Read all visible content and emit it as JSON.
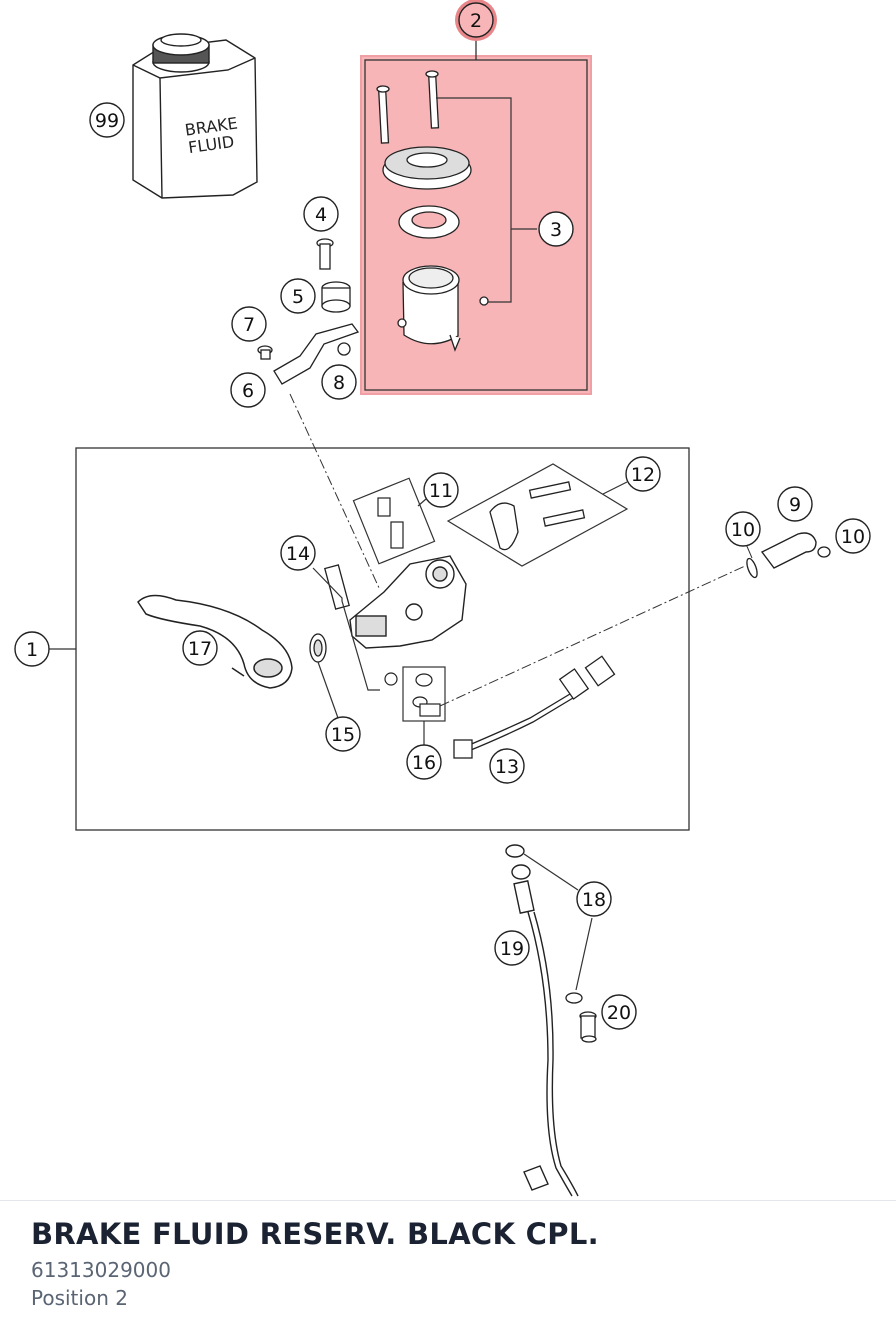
{
  "callouts": [
    {
      "id": "c99",
      "label": "99"
    },
    {
      "id": "c2",
      "label": "2",
      "highlighted": true
    },
    {
      "id": "c3",
      "label": "3"
    },
    {
      "id": "c4",
      "label": "4"
    },
    {
      "id": "c5",
      "label": "5"
    },
    {
      "id": "c7",
      "label": "7"
    },
    {
      "id": "c6",
      "label": "6"
    },
    {
      "id": "c8",
      "label": "8"
    },
    {
      "id": "c11",
      "label": "11"
    },
    {
      "id": "c12",
      "label": "12"
    },
    {
      "id": "c9",
      "label": "9"
    },
    {
      "id": "c10a",
      "label": "10"
    },
    {
      "id": "c10b",
      "label": "10"
    },
    {
      "id": "c14",
      "label": "14"
    },
    {
      "id": "c1",
      "label": "1"
    },
    {
      "id": "c17",
      "label": "17"
    },
    {
      "id": "c15",
      "label": "15"
    },
    {
      "id": "c16",
      "label": "16"
    },
    {
      "id": "c13",
      "label": "13"
    },
    {
      "id": "c18",
      "label": "18"
    },
    {
      "id": "c19",
      "label": "19"
    },
    {
      "id": "c20",
      "label": "20"
    }
  ],
  "bottle": {
    "line1": "BRAKE",
    "line2": "FLUID"
  },
  "part": {
    "name": "BRAKE FLUID RESERV. BLACK CPL.",
    "number": "61313029000",
    "position": "Position 2"
  },
  "colors": {
    "highlight_fill": "#f7b5b7",
    "highlight_stroke": "#e8868a",
    "title": "#1b2333",
    "subtext": "#5a6473"
  }
}
